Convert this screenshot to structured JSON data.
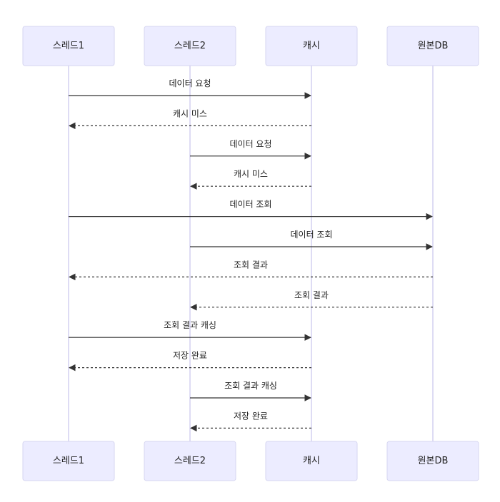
{
  "participants": [
    {
      "id": "t1",
      "label": "스레드1"
    },
    {
      "id": "t2",
      "label": "스레드2"
    },
    {
      "id": "cache",
      "label": "캐시"
    },
    {
      "id": "db",
      "label": "원본DB"
    }
  ],
  "messages": [
    {
      "from": "t1",
      "to": "cache",
      "label": "데이터 요청",
      "style": "solid"
    },
    {
      "from": "cache",
      "to": "t1",
      "label": "캐시 미스",
      "style": "dashed"
    },
    {
      "from": "t2",
      "to": "cache",
      "label": "데이터 요청",
      "style": "solid"
    },
    {
      "from": "cache",
      "to": "t2",
      "label": "캐시 미스",
      "style": "dashed"
    },
    {
      "from": "t1",
      "to": "db",
      "label": "데이터 조회",
      "style": "solid"
    },
    {
      "from": "t2",
      "to": "db",
      "label": "데이터 조회",
      "style": "solid"
    },
    {
      "from": "db",
      "to": "t1",
      "label": "조회 결과",
      "style": "dashed"
    },
    {
      "from": "db",
      "to": "t2",
      "label": "조회 결과",
      "style": "dashed"
    },
    {
      "from": "t1",
      "to": "cache",
      "label": "조회 결과 캐싱",
      "style": "solid"
    },
    {
      "from": "cache",
      "to": "t1",
      "label": "저장 완료",
      "style": "dashed"
    },
    {
      "from": "t2",
      "to": "cache",
      "label": "조회 결과 캐싱",
      "style": "solid"
    },
    {
      "from": "cache",
      "to": "t2",
      "label": "저장 완료",
      "style": "dashed"
    }
  ]
}
